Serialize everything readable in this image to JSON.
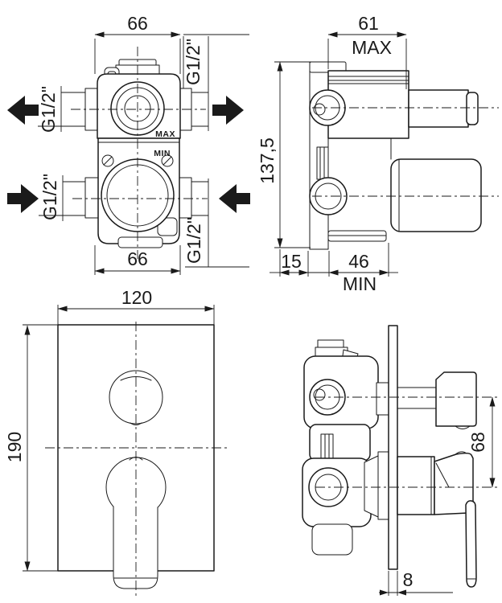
{
  "drawing": {
    "type": "technical-installation-drawing",
    "subject": "concealed shower mixer valve with diverter",
    "colors": {
      "line": "#1a1a1a",
      "background": "#ffffff"
    },
    "views": {
      "rough_front": {
        "dim_width_top": "66",
        "dim_width_bottom": "66",
        "port_label_left_top": "G1/2\"",
        "port_label_left_bottom": "G1/2\"",
        "port_label_right_top": "G1/2\"",
        "port_label_right_bottom": "G1/2\"",
        "body_max_label": "MAX",
        "body_min_label": "MIN"
      },
      "rough_side": {
        "dim_depth_max": "61",
        "depth_max_qualifier": "MAX",
        "dim_height": "137,5",
        "dim_bracket": "15",
        "dim_depth_min": "46",
        "depth_min_qualifier": "MIN"
      },
      "trim_front": {
        "dim_width": "120",
        "dim_height": "190"
      },
      "trim_side": {
        "dim_handle_distance": "68",
        "dim_plate_thickness": "8"
      }
    }
  }
}
